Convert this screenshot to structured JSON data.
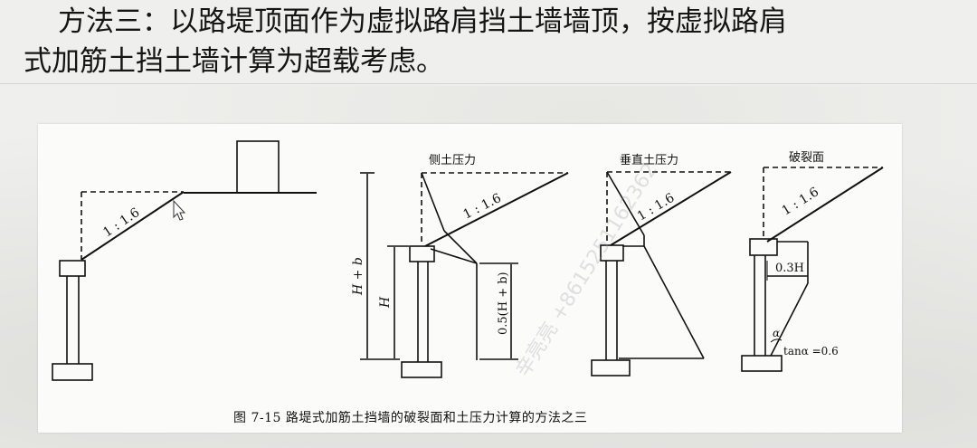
{
  "heading": {
    "line1": "方法三：以路堤顶面作为虚拟路肩挡土墙墙顶，按虚拟路肩",
    "line2": "式加筋土挡土墙计算为超载考虑。"
  },
  "figure": {
    "slope_label": "1 : 1.6",
    "panel_titles": [
      "侧土压力",
      "垂直土压力",
      "破裂面"
    ],
    "dim_H_plus_b": "H + b",
    "dim_H": "H",
    "dim_half": "0.5(H + b)",
    "dim_03H": "0.3H",
    "alpha": "α",
    "tan_alpha": "tanα =0.6",
    "caption": "图 7-15    路堤式加筋土挡墙的破裂面和土压力计算的方法之三",
    "watermark": "辛亮亮 +8615251162362"
  }
}
